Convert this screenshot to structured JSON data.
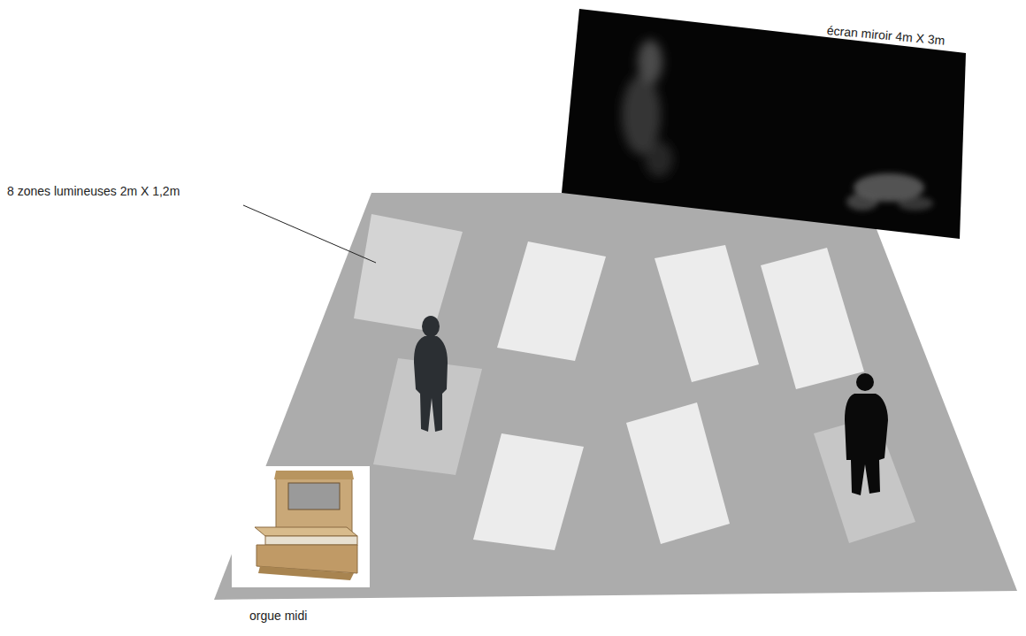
{
  "diagram": {
    "labels": [
      "écran miroir 4m X 3m",
      "8 zones lumineuses 2m X 1,2m",
      "orgue midi"
    ]
  }
}
